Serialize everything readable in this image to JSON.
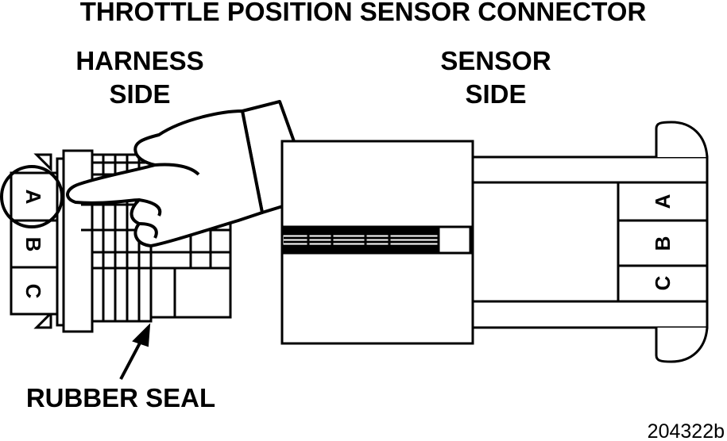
{
  "title": "THROTTLE POSITION SENSOR CONNECTOR",
  "harness_label": {
    "line1": "HARNESS",
    "line2": "SIDE"
  },
  "sensor_label": {
    "line1": "SENSOR",
    "line2": "SIDE"
  },
  "seal_label": "RUBBER SEAL",
  "figure_id": "204322b",
  "harness_pins": [
    "A",
    "B",
    "C"
  ],
  "sensor_pins": [
    "A",
    "B",
    "C"
  ],
  "highlighted_pin": "A",
  "colors": {
    "ink": "#000000",
    "paper": "#ffffff"
  }
}
